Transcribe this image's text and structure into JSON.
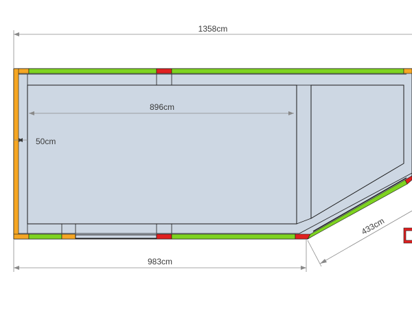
{
  "dimensions": {
    "overall_width": "1358cm",
    "inner_length": "896cm",
    "wall_offset": "50cm",
    "bottom_length": "983cm",
    "diagonal_length": "433cm"
  },
  "colors": {
    "background": "#ffffff",
    "floor": "#cdd7e3",
    "wall_green": "#7ed321",
    "wall_orange": "#f5a623",
    "wall_red": "#e02020",
    "outline": "#1a1a1a",
    "dimension_line": "#8a8a8a"
  }
}
